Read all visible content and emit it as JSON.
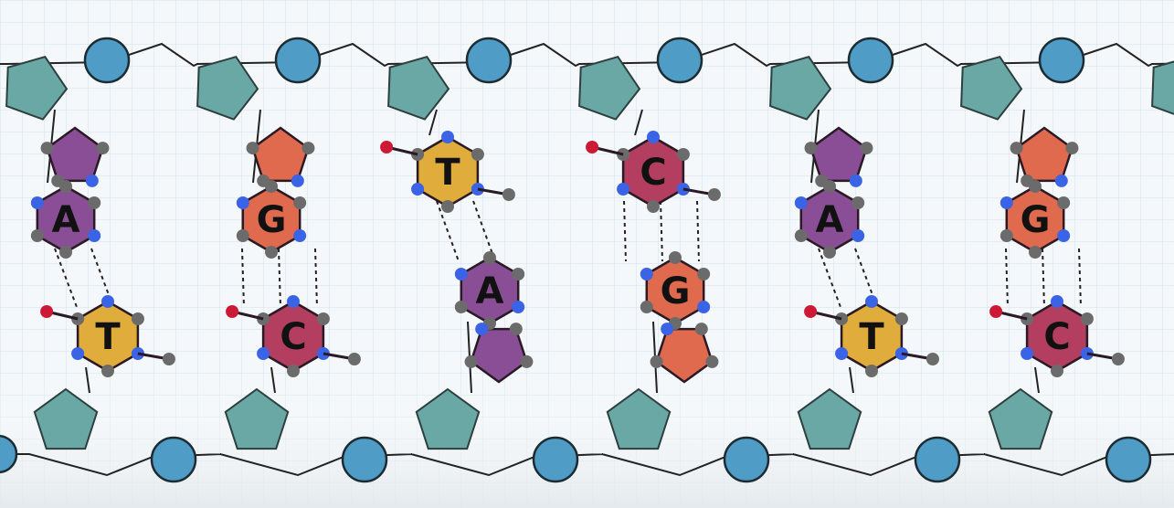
{
  "colors": {
    "background": "#f4f8fa",
    "grid": "#b9d4e3",
    "phosphate": "#4f9cc6",
    "sugar": "#6aa8a6",
    "backbone_line": "#222222",
    "adenine": "#8a4e96",
    "guanine": "#e06a4e",
    "thymine": "#e0ac3c",
    "cytosine": "#b33e5f",
    "carbon_atom": "#6b6b6b",
    "nitrogen_atom": "#3b63e6",
    "oxygen_atom": "#cc1a36",
    "hydrogen_bond": "#222222"
  },
  "base_pairs": [
    {
      "top": "A",
      "bottom": "T"
    },
    {
      "top": "G",
      "bottom": "C"
    },
    {
      "top": "T",
      "bottom": "A"
    },
    {
      "top": "C",
      "bottom": "G"
    },
    {
      "top": "A",
      "bottom": "T"
    },
    {
      "top": "G",
      "bottom": "C"
    }
  ],
  "icons": [
    "phosphate-circle-icon",
    "sugar-pentagon-icon",
    "atom-dot-icon"
  ]
}
